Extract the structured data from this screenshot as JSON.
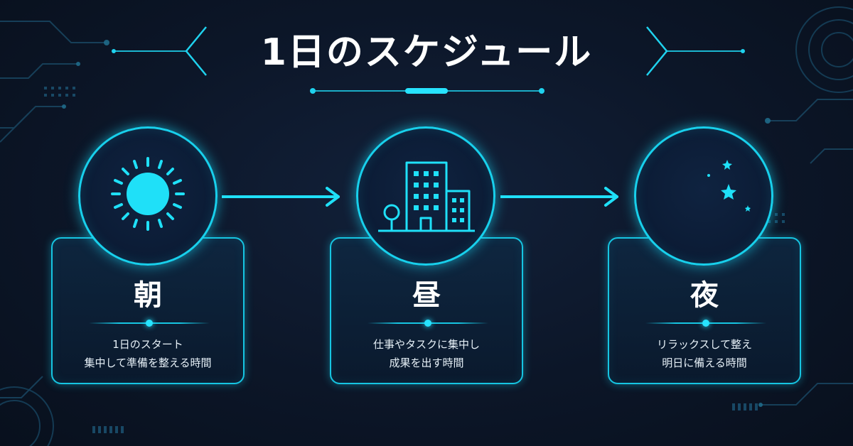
{
  "title": "1日のスケジュール",
  "colors": {
    "accent": "#18d0ec",
    "background": "#0c1628",
    "text": "#ffffff"
  },
  "steps": [
    {
      "title": "朝",
      "icon": "sun-icon",
      "desc_lines": [
        "1日のスタート",
        "集中して準備を整える時間"
      ]
    },
    {
      "title": "昼",
      "icon": "office-building-icon",
      "desc_lines": [
        "仕事やタスクに集中し",
        "成果を出す時間"
      ]
    },
    {
      "title": "夜",
      "icon": "moon-stars-icon",
      "desc_lines": [
        "リラックスして整え",
        "明日に備える時間"
      ]
    }
  ]
}
